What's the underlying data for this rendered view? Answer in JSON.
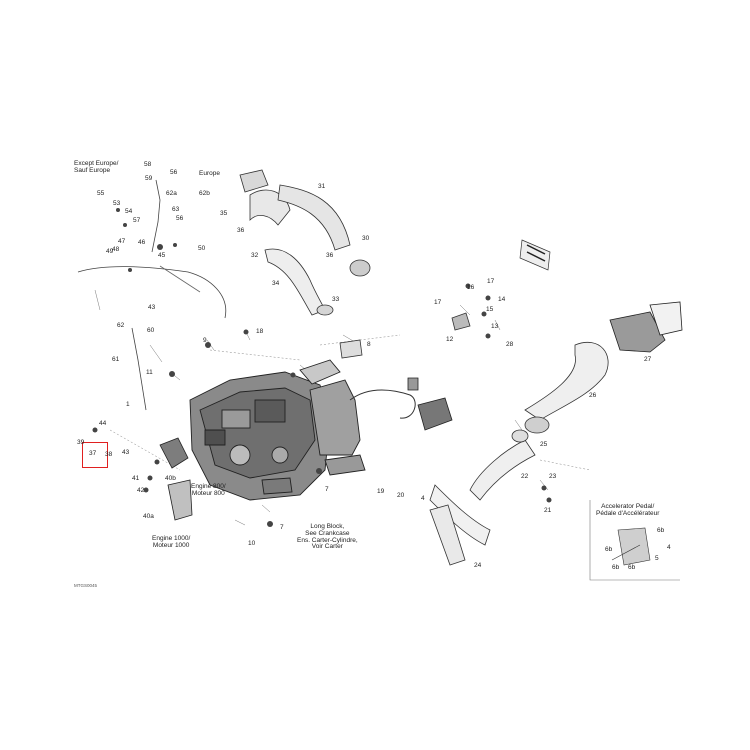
{
  "highlight_color": "#e02020",
  "highlight_part": "37",
  "notes": {
    "except_europe_en": "Except Europe/",
    "except_europe_fr": "Sauf Europe",
    "europe": "Europe",
    "engine800_en": "Engine 800/",
    "engine800_fr": "Moteur 800",
    "engine1000_en": "Engine 1000/",
    "engine1000_fr": "Moteur 1000",
    "longblock_1": "Long Block,",
    "longblock_2": "See Crankcase",
    "longblock_3": "Ens. Carter-Cylindre,",
    "longblock_4": "Voir Carter",
    "accel_pedal_en": "Accelerator Pedal/",
    "accel_pedal_fr": "Pédale d'Accélérateur"
  },
  "doc_code": "MTGS0045",
  "part_labels": [
    "58",
    "56",
    "59",
    "55",
    "53",
    "54",
    "57",
    "62a",
    "62b",
    "63",
    "56",
    "35",
    "36",
    "31",
    "47",
    "49",
    "48",
    "50",
    "46",
    "45",
    "43",
    "30",
    "32",
    "33",
    "34",
    "36",
    "17",
    "17",
    "16",
    "14",
    "15",
    "13",
    "12",
    "62",
    "60",
    "61",
    "18",
    "9",
    "11",
    "8",
    "1",
    "44",
    "37",
    "38",
    "39",
    "43",
    "41",
    "42",
    "40b",
    "40a",
    "10",
    "7",
    "19",
    "28",
    "20",
    "23",
    "4",
    "7",
    "25",
    "24",
    "26",
    "22",
    "21",
    "27",
    "6b",
    "6b",
    "6b",
    "6b",
    "4",
    "5"
  ]
}
